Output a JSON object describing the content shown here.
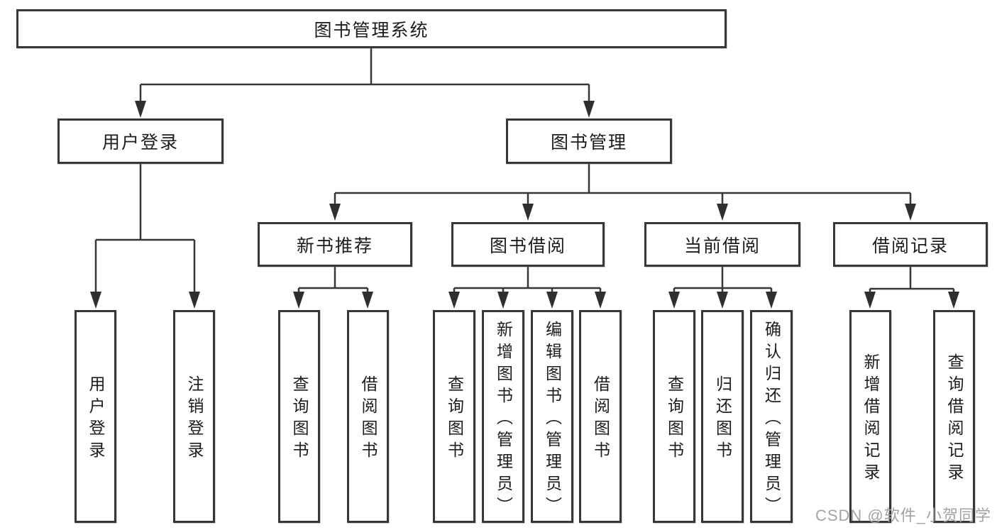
{
  "diagram": {
    "root": {
      "label": "图书管理系统"
    },
    "branches": [
      {
        "label": "用户登录",
        "children": [
          {
            "label": "用户登录"
          },
          {
            "label": "注销登录"
          }
        ]
      },
      {
        "label": "图书管理",
        "children": [
          {
            "label": "新书推荐",
            "children": [
              {
                "label": "查询图书"
              },
              {
                "label": "借阅图书"
              }
            ]
          },
          {
            "label": "图书借阅",
            "children": [
              {
                "label": "查询图书"
              },
              {
                "label": "新增图书（管理员）"
              },
              {
                "label": "编辑图书（管理员）"
              },
              {
                "label": "借阅图书"
              }
            ]
          },
          {
            "label": "当前借阅",
            "children": [
              {
                "label": "查询图书"
              },
              {
                "label": "归还图书"
              },
              {
                "label": "确认归还（管理员）"
              }
            ]
          },
          {
            "label": "借阅记录",
            "children": [
              {
                "label": "新增借阅记录"
              },
              {
                "label": "查询借阅记录"
              }
            ]
          }
        ]
      }
    ]
  },
  "watermark": "CSDN @软件_小贺同学",
  "colors": {
    "line": "#373737",
    "arrow": "#2f2f2f",
    "text": "#1c1c1c",
    "watermark": "#a3a3a3",
    "background": "#ffffff"
  }
}
